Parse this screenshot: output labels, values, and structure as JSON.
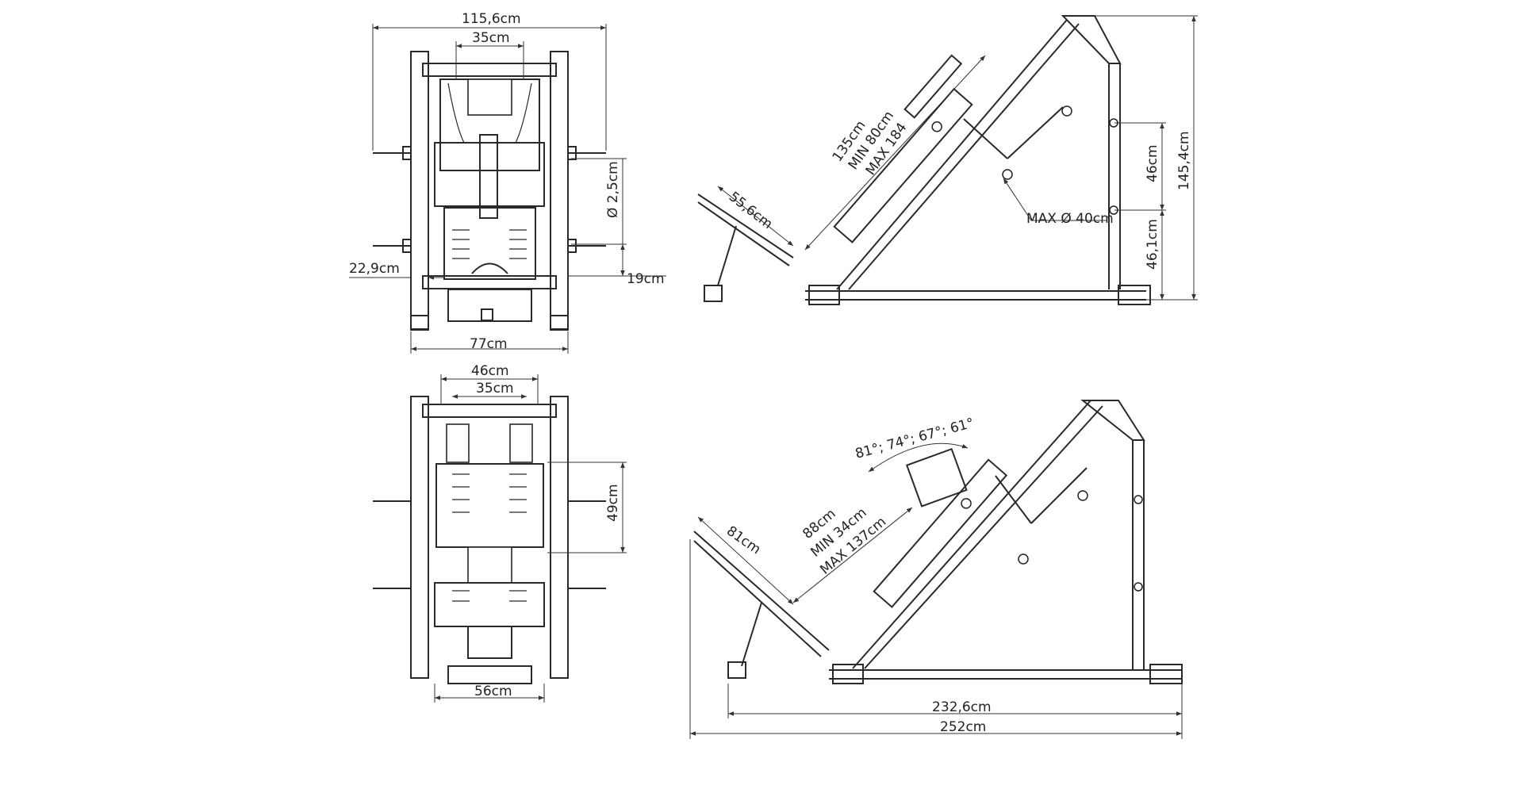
{
  "colors": {
    "line": "#2a2a2a",
    "background": "#ffffff"
  },
  "top_view_upper": {
    "overall_width": "115,6cm",
    "inner_width": "35cm",
    "diameter": "Ø 2,5cm",
    "side_offset": "22,9cm",
    "bottom_offset": "19cm",
    "base_width": "77cm"
  },
  "side_view_upper": {
    "carriage_length": "135cm",
    "carriage_min": "MIN 80cm",
    "carriage_max": "MAX 184",
    "seat_length": "55,6cm",
    "peg_spacing": "46cm",
    "total_height": "145,4cm",
    "lower_height": "46,1cm",
    "max_plate": "MAX Ø 40cm"
  },
  "top_view_lower": {
    "outer_width": "46cm",
    "inner_width": "35cm",
    "plate_height": "49cm",
    "base_width": "56cm"
  },
  "side_view_lower": {
    "angles": "81°; 74°; 67°; 61°",
    "travel": "88cm",
    "travel_min": "MIN 34cm",
    "travel_max": "MAX 137cm",
    "seat_length": "81cm",
    "frame_length": "232,6cm",
    "total_length": "252cm"
  }
}
